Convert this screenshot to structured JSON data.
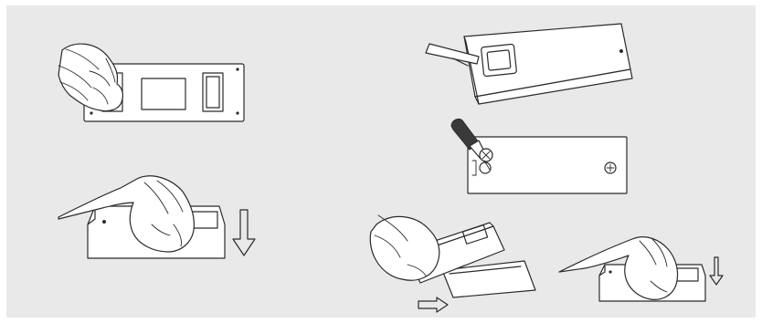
{
  "figure": {
    "kind": "assembly-instructions",
    "panel_color": "#e9e9e9",
    "ink_color": "#2b2b2b",
    "steps": [
      {
        "id": "remove-cover-from-base"
      },
      {
        "id": "press-housing-down"
      },
      {
        "id": "lever-open-housing"
      },
      {
        "id": "screw-base-plate"
      },
      {
        "id": "slide-housing-onto-base"
      },
      {
        "id": "press-housing-closed"
      }
    ],
    "arrows": [
      "arrow-down-large",
      "arrow-right",
      "arrow-down-small"
    ]
  }
}
